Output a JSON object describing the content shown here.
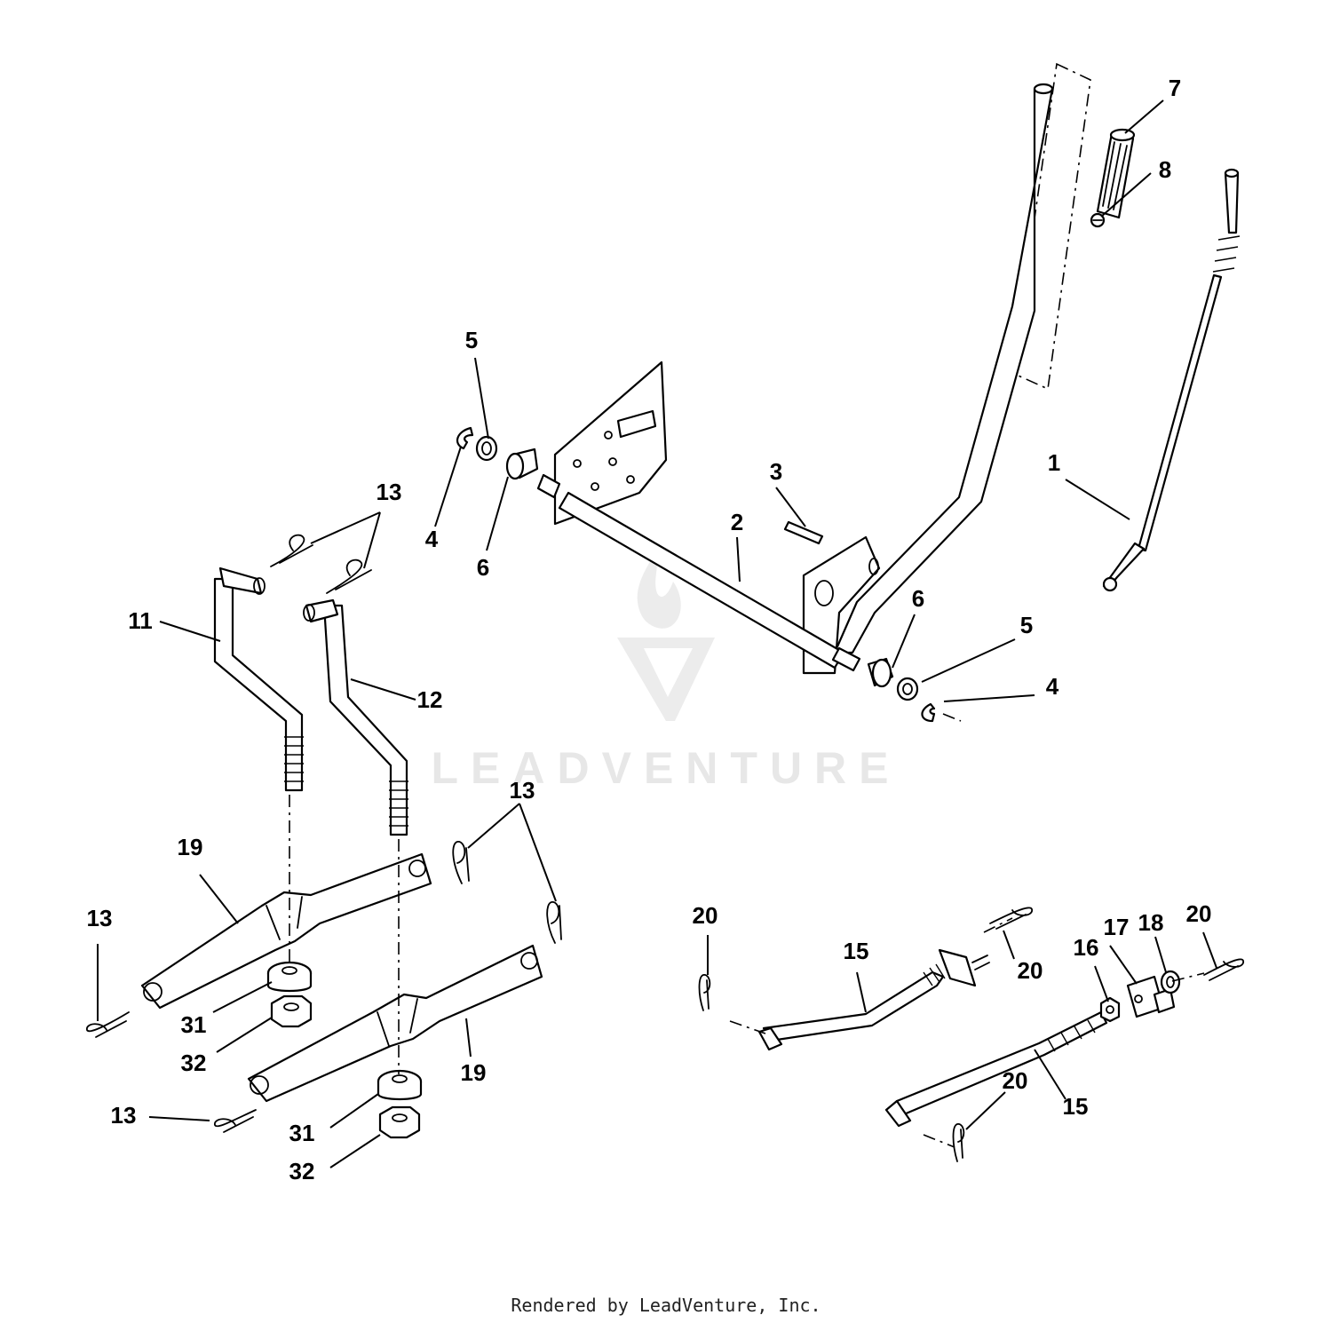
{
  "watermark": {
    "text": "LEADVENTURE"
  },
  "footer": {
    "text": "Rendered by LeadVenture, Inc."
  },
  "callouts": [
    {
      "id": "c7",
      "label": "7"
    },
    {
      "id": "c8",
      "label": "8"
    },
    {
      "id": "c1",
      "label": "1"
    },
    {
      "id": "c5a",
      "label": "5"
    },
    {
      "id": "c4a",
      "label": "4"
    },
    {
      "id": "c6a",
      "label": "6"
    },
    {
      "id": "c3",
      "label": "3"
    },
    {
      "id": "c2",
      "label": "2"
    },
    {
      "id": "c13a",
      "label": "13"
    },
    {
      "id": "c11",
      "label": "11"
    },
    {
      "id": "c12",
      "label": "12"
    },
    {
      "id": "c6b",
      "label": "6"
    },
    {
      "id": "c5b",
      "label": "5"
    },
    {
      "id": "c4b",
      "label": "4"
    },
    {
      "id": "c13b",
      "label": "13"
    },
    {
      "id": "c19a",
      "label": "19"
    },
    {
      "id": "c13c",
      "label": "13"
    },
    {
      "id": "c31a",
      "label": "31"
    },
    {
      "id": "c32a",
      "label": "32"
    },
    {
      "id": "c19b",
      "label": "19"
    },
    {
      "id": "c13d",
      "label": "13"
    },
    {
      "id": "c31b",
      "label": "31"
    },
    {
      "id": "c32b",
      "label": "32"
    },
    {
      "id": "c20a",
      "label": "20"
    },
    {
      "id": "c15a",
      "label": "15"
    },
    {
      "id": "c20b",
      "label": "20"
    },
    {
      "id": "c17",
      "label": "17"
    },
    {
      "id": "c18",
      "label": "18"
    },
    {
      "id": "c20c",
      "label": "20"
    },
    {
      "id": "c16",
      "label": "16"
    },
    {
      "id": "c20d",
      "label": "20"
    },
    {
      "id": "c15b",
      "label": "15"
    }
  ]
}
